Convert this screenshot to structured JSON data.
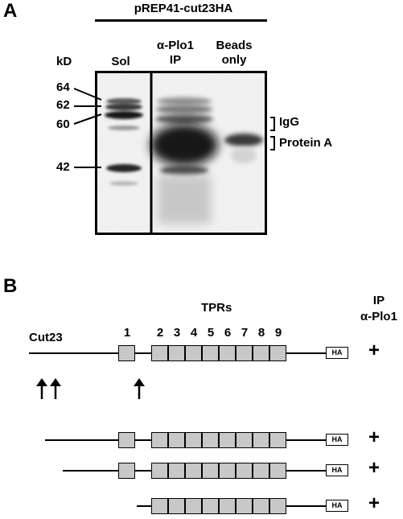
{
  "panel_a": {
    "letter": "A",
    "construct": "pREP41-cut23HA",
    "kd_label": "kD",
    "lanes": {
      "sol": "Sol",
      "ip": [
        "α-Plo1",
        "IP"
      ],
      "beads": [
        "Beads",
        "only"
      ]
    },
    "markers": [
      "64",
      "62",
      "60",
      "42"
    ],
    "annotations": {
      "igg": "IgG",
      "protein_a": "Protein A"
    }
  },
  "panel_b": {
    "letter": "B",
    "tprs_label": "TPRs",
    "ip_header": [
      "IP",
      "α-Plo1"
    ],
    "protein_label": "Cut23",
    "tpr_numbers": [
      "1",
      "2",
      "3",
      "4",
      "5",
      "6",
      "7",
      "8",
      "9"
    ],
    "tag_label": "HA",
    "rows": [
      {
        "result": "+"
      },
      {
        "result": "+"
      },
      {
        "result": "+"
      },
      {
        "result": "+"
      }
    ]
  }
}
